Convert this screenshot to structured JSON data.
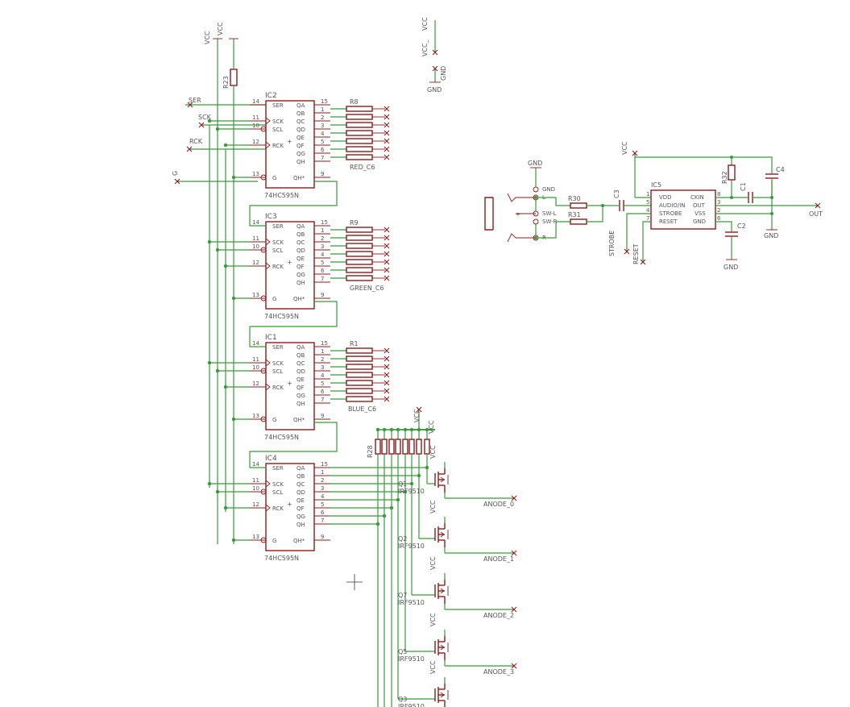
{
  "power": {
    "vcc": "VCC",
    "gnd": "GND",
    "vcc_alt": "VCC_"
  },
  "signals": {
    "ser": "SER",
    "sck": "SCK",
    "rck": "RCK",
    "g": "G",
    "strobe": "STROBE",
    "reset": "RESET",
    "out": "OUT"
  },
  "resistors": {
    "r23": "R23",
    "r8": "R8",
    "r9": "R9",
    "r1": "R1",
    "r28": "R28",
    "r30": "R30",
    "r31": "R31",
    "r32": "R32"
  },
  "caps": {
    "c1": "C1",
    "c2": "C2",
    "c3": "C3",
    "c4": "C4"
  },
  "shift_registers": [
    {
      "name": "IC2",
      "value": "74HC595N",
      "bus": "RED_C6"
    },
    {
      "name": "IC3",
      "value": "74HC595N",
      "bus": "GREEN_C6"
    },
    {
      "name": "IC1",
      "value": "74HC595N",
      "bus": "BLUE_C6"
    },
    {
      "name": "IC4",
      "value": "74HC595N",
      "bus": ""
    }
  ],
  "ic_pins": {
    "left": [
      {
        "num": "14",
        "name": "SER"
      },
      {
        "num": "11",
        "name": "SCK"
      },
      {
        "num": "10",
        "name": "SCL"
      },
      {
        "num": "12",
        "name": "RCK"
      },
      {
        "num": "13",
        "name": "G"
      }
    ],
    "right": [
      {
        "num": "15",
        "name": "QA"
      },
      {
        "num": "1",
        "name": "QB"
      },
      {
        "num": "2",
        "name": "QC"
      },
      {
        "num": "3",
        "name": "QD"
      },
      {
        "num": "4",
        "name": "QE"
      },
      {
        "num": "5",
        "name": "QF"
      },
      {
        "num": "6",
        "name": "QG"
      },
      {
        "num": "7",
        "name": "QH"
      },
      {
        "num": "9",
        "name": "QH*"
      }
    ]
  },
  "msgeq7": {
    "name": "IC5",
    "left": [
      "VDD",
      "AUDIO/IN",
      "STROBE",
      "RESET"
    ],
    "left_nums": [
      "1",
      "5",
      "4",
      "7"
    ],
    "right": [
      "CKIN",
      "OUT",
      "VSS",
      "GND"
    ],
    "right_nums": [
      "8",
      "3",
      "2",
      "6"
    ]
  },
  "jack": {
    "gnd": "GND",
    "l": "L",
    "swl": "SW-L",
    "swr": "SW-R",
    "r": "R",
    "plus": "+"
  },
  "mosfets": [
    {
      "name": "Q1",
      "value": "IRF9510",
      "anode": "ANODE_0"
    },
    {
      "name": "Q2",
      "value": "IRF9510",
      "anode": "ANODE_1"
    },
    {
      "name": "Q7",
      "value": "IRF9510",
      "anode": "ANODE_2"
    },
    {
      "name": "Q5",
      "value": "IRF9510",
      "anode": "ANODE_3"
    },
    {
      "name": "Q3",
      "value": "IRF9510",
      "anode": ""
    }
  ]
}
